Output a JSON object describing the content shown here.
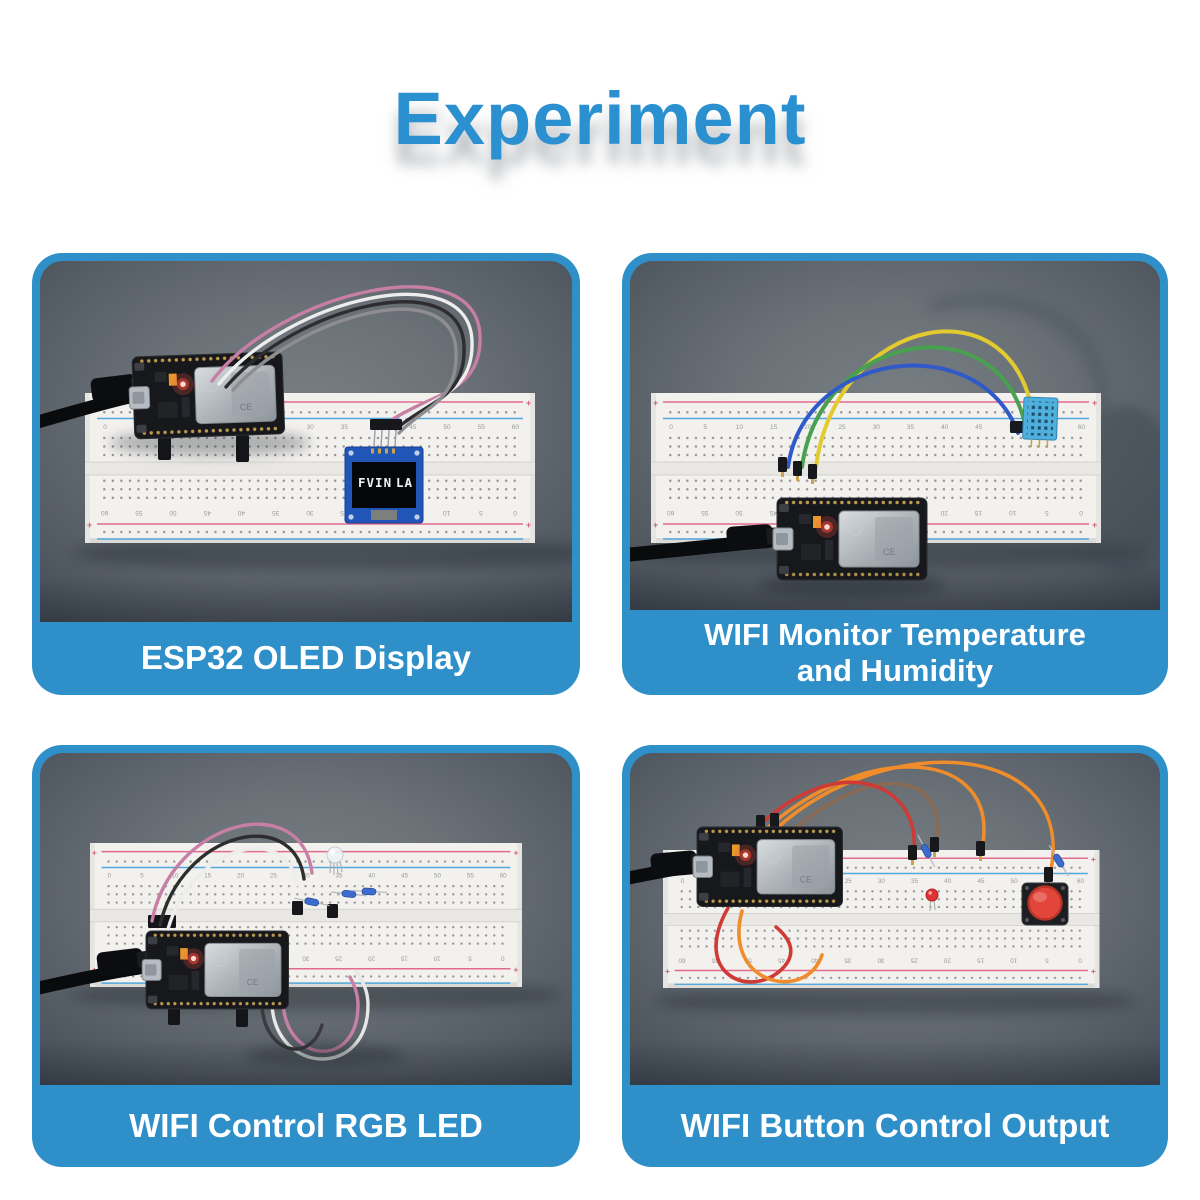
{
  "page": {
    "title": "Experiment"
  },
  "colors": {
    "accent_blue": "#2e8fc9",
    "title_blue": "#2b90cf",
    "caption_text": "#ffffff",
    "page_background": "#ffffff",
    "photo_bg_center": "#767d83",
    "photo_bg_edge": "#434b54",
    "breadboard_white": "#f3f1ee",
    "rail_red": "#e26a8d",
    "rail_blue": "#53a7dd",
    "cable_black": "#0a0b0d"
  },
  "esp32": {
    "marking": "CE"
  },
  "breadboard": {
    "column_numbers": [
      "0",
      "5",
      "10",
      "15",
      "20",
      "25",
      "30",
      "35",
      "40",
      "45",
      "50",
      "55",
      "60"
    ],
    "plus": "+"
  },
  "panels": [
    {
      "id": "esp32-oled-display",
      "caption_lines": [
        "ESP32 OLED Display"
      ],
      "oled": {
        "text_left": "FVIN",
        "text_right": "LA"
      },
      "components": [
        "breadboard",
        "esp32-board",
        "usb-cable",
        "ribbon-jumper-wires",
        "oled-display-module"
      ],
      "wires": [
        "#c87fa6",
        "#ededed",
        "#2d2d30",
        "#8e8e92"
      ]
    },
    {
      "id": "wifi-monitor-temperature-humidity",
      "caption_lines": [
        "WIFI Monitor Temperature",
        "and Humidity"
      ],
      "components": [
        "breadboard",
        "esp32-board",
        "usb-cable",
        "jumper-wires",
        "dht11-sensor"
      ],
      "wires": [
        "#e3cb2f",
        "#48a14f",
        "#3059c9"
      ]
    },
    {
      "id": "wifi-control-rgb-led",
      "caption_lines": [
        "WIFI Control RGB LED"
      ],
      "components": [
        "breadboard",
        "esp32-board",
        "usb-cable",
        "jumper-wires",
        "rgb-led",
        "resistors"
      ],
      "wires": [
        "#c87fa6",
        "#2d2d30",
        "#ededed",
        "#e8e8e8",
        "#c87fa6",
        "#3a3a3e"
      ]
    },
    {
      "id": "wifi-button-control-output",
      "caption_lines": [
        "WIFI Button Control Output"
      ],
      "components": [
        "breadboard",
        "esp32-board",
        "usb-cable",
        "jumper-wires",
        "red-led",
        "push-button",
        "resistors"
      ],
      "wires": [
        "#ef8c2b",
        "#ef8c2b",
        "#8a6a52",
        "#cf3a35",
        "#cf3a35",
        "#ef8c2b"
      ]
    }
  ]
}
